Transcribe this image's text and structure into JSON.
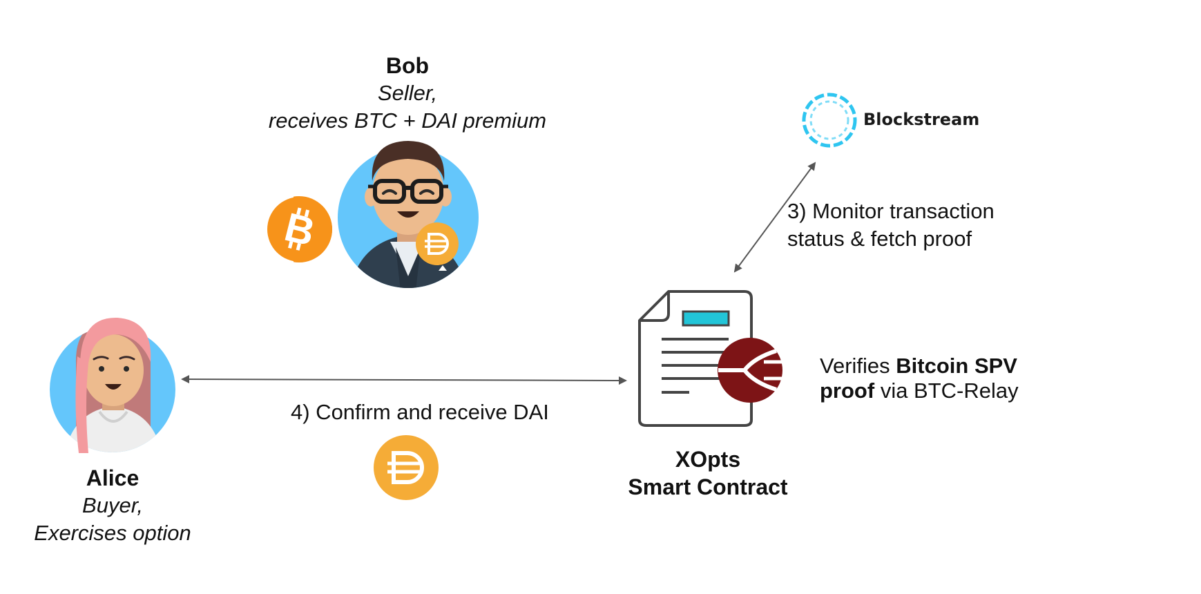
{
  "bob": {
    "name": "Bob",
    "role_line1": "Seller,",
    "role_line2": "receives BTC + DAI premium"
  },
  "alice": {
    "name": "Alice",
    "role_line1": "Buyer,",
    "role_line2": "Exercises option"
  },
  "blockstream": {
    "label": "Blockstream"
  },
  "steps": {
    "monitor_line1": "3) Monitor transaction",
    "monitor_line2": "status & fetch proof",
    "confirm": "4) Confirm and receive DAI"
  },
  "contract": {
    "title_line1": "XOpts",
    "title_line2": "Smart Contract"
  },
  "verify": {
    "prefix": "Verifies ",
    "bold_1": "Bitcoin SPV",
    "bold_2": "proof",
    "suffix": " via BTC-Relay"
  },
  "colors": {
    "avatar_bg": "#64c6fb",
    "bitcoin_orange": "#f7931a",
    "dai_yellow": "#f5ac37",
    "contract_red": "#7d1416",
    "blockstream_cyan": "#2ec5f0",
    "arrow_gray": "#555555"
  },
  "icons": {
    "bitcoin": "bitcoin-icon",
    "dai": "dai-icon",
    "blockstream": "blockstream-logo-icon",
    "contract": "smart-contract-document-icon"
  }
}
